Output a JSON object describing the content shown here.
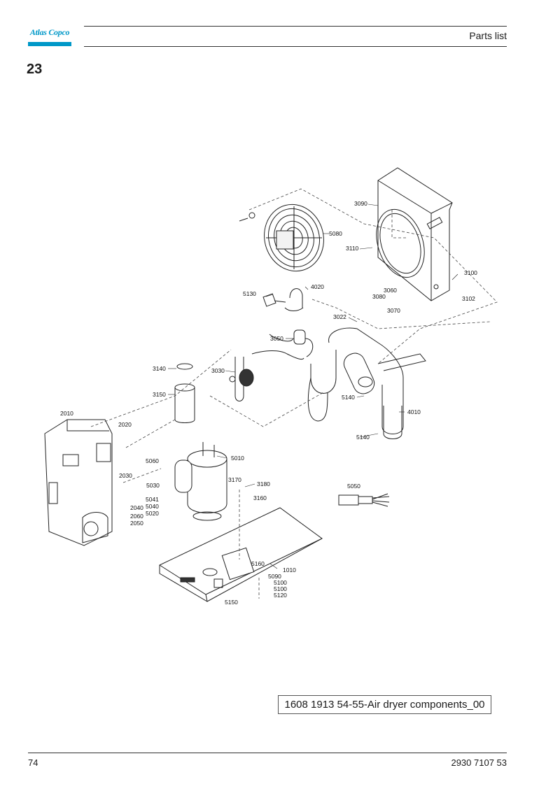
{
  "header": {
    "brand": "Atlas Copco",
    "title": "Parts list",
    "section": "23",
    "colors": {
      "logo": "#0098c8"
    }
  },
  "diagram": {
    "parts": [
      {
        "id": "lbl-3090",
        "text": "3090"
      },
      {
        "id": "lbl-5080",
        "text": "5080"
      },
      {
        "id": "lbl-3110",
        "text": "3110"
      },
      {
        "id": "lbl-3100",
        "text": "3100"
      },
      {
        "id": "lbl-3060",
        "text": "3060"
      },
      {
        "id": "lbl-3080",
        "text": "3080"
      },
      {
        "id": "lbl-3102",
        "text": "3102"
      },
      {
        "id": "lbl-3070",
        "text": "3070"
      },
      {
        "id": "lbl-5130",
        "text": "5130"
      },
      {
        "id": "lbl-4020",
        "text": "4020"
      },
      {
        "id": "lbl-3022",
        "text": "3022"
      },
      {
        "id": "lbl-3050",
        "text": "3050"
      },
      {
        "id": "lbl-3140",
        "text": "3140"
      },
      {
        "id": "lbl-3030",
        "text": "3030"
      },
      {
        "id": "lbl-3150",
        "text": "3150"
      },
      {
        "id": "lbl-5140a",
        "text": "5140"
      },
      {
        "id": "lbl-4010",
        "text": "4010"
      },
      {
        "id": "lbl-5140b",
        "text": "5140"
      },
      {
        "id": "lbl-2010",
        "text": "2010"
      },
      {
        "id": "lbl-2020",
        "text": "2020"
      },
      {
        "id": "lbl-5060",
        "text": "5060"
      },
      {
        "id": "lbl-5010",
        "text": "5010"
      },
      {
        "id": "lbl-2030",
        "text": "2030"
      },
      {
        "id": "lbl-5030",
        "text": "5030"
      },
      {
        "id": "lbl-3170",
        "text": "3170"
      },
      {
        "id": "lbl-3180",
        "text": "3180"
      },
      {
        "id": "lbl-5041",
        "text": "5041"
      },
      {
        "id": "lbl-5040",
        "text": "5040"
      },
      {
        "id": "lbl-3160",
        "text": "3160"
      },
      {
        "id": "lbl-2040",
        "text": "2040"
      },
      {
        "id": "lbl-5020",
        "text": "5020"
      },
      {
        "id": "lbl-2060",
        "text": "2060"
      },
      {
        "id": "lbl-2050",
        "text": "2050"
      },
      {
        "id": "lbl-5050",
        "text": "5050"
      },
      {
        "id": "lbl-5160",
        "text": "5160"
      },
      {
        "id": "lbl-1010",
        "text": "1010"
      },
      {
        "id": "lbl-5090",
        "text": "5090"
      },
      {
        "id": "lbl-5100a",
        "text": "5100"
      },
      {
        "id": "lbl-5100b",
        "text": "5100"
      },
      {
        "id": "lbl-5120",
        "text": "5120"
      },
      {
        "id": "lbl-5150",
        "text": "5150"
      }
    ],
    "caption": "1608 1913 54-55-Air dryer components_00"
  },
  "footer": {
    "page_number": "74",
    "document_number": "2930 7107 53"
  }
}
